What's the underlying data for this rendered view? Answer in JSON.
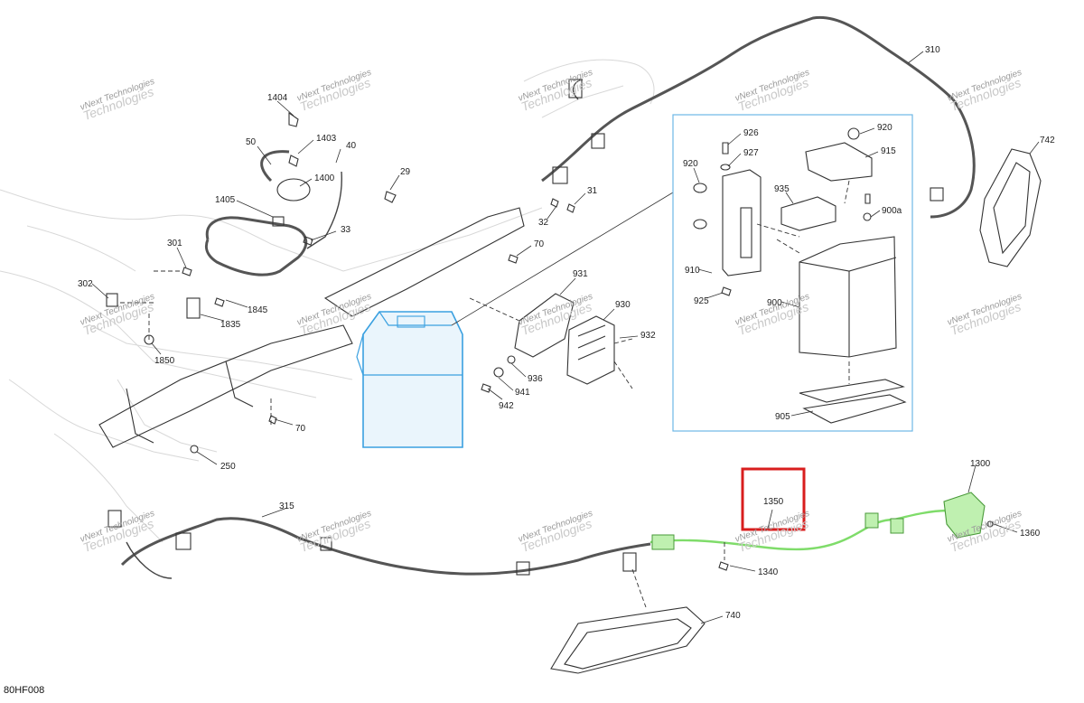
{
  "diagram": {
    "code": "80HF008",
    "highlight_part": "1350",
    "colors": {
      "battery_highlight": "#3aa0e0",
      "harness_highlight": "#7fdc6a",
      "selection_box": "#d81e1e",
      "inset_frame": "#6db8e6"
    },
    "watermark": {
      "line1": "vNext Technologies",
      "line2": "Technologies"
    },
    "callouts": {
      "p1404": "1404",
      "p1403": "1403",
      "p50": "50",
      "p40": "40",
      "p1400": "1400",
      "p29": "29",
      "p1405": "1405",
      "p31": "31",
      "p32": "32",
      "p33": "33",
      "p70a": "70",
      "p301": "301",
      "p302": "302",
      "p1845": "1845",
      "p1835": "1835",
      "p1850": "1850",
      "p931": "931",
      "p930": "930",
      "p932": "932",
      "p936": "936",
      "p941": "941",
      "p942": "942",
      "p70b": "70",
      "p250": "250",
      "p926": "926",
      "p927": "927",
      "p920a": "920",
      "p920b": "920",
      "p915": "915",
      "p935": "935",
      "p900a": "900a",
      "p910": "910",
      "p925": "925",
      "p900": "900",
      "p905": "905",
      "p310": "310",
      "p742": "742",
      "p315": "315",
      "p1350": "1350",
      "p1300": "1300",
      "p1360": "1360",
      "p1340": "1340",
      "p740": "740"
    }
  }
}
